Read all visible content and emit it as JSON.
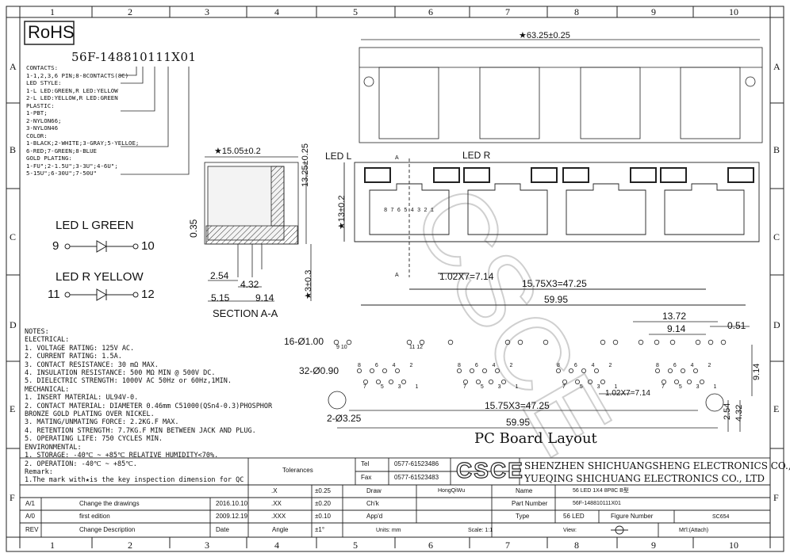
{
  "grid": {
    "columns": [
      "1",
      "2",
      "3",
      "4",
      "5",
      "6",
      "7",
      "8",
      "9",
      "10"
    ],
    "rows": [
      "A",
      "B",
      "C",
      "D",
      "E",
      "F"
    ]
  },
  "rohs": "RoHS",
  "part_code": {
    "code": "56F-148810111X01",
    "lines": [
      "CONTACTS:",
      "1-1,2,3,6 PIN;8-8CONTACTS(8C)",
      "LED STYLE:",
      "1-L LED:GREEN,R LED:YELLOW",
      "2-L LED:YELLOW,R LED:GREEN",
      "PLASTIC:",
      "1-PBT;",
      "2-NYLON66;",
      "3-NYLON46",
      "COLOR:",
      "1-BLACK;2-WHITE;3-GRAY;5-YELLOE;",
      "6-RED;7-GREEN;8-BLUE",
      "GOLD PLATING:",
      "1-FU\";2-1.5U\";3-3U\";4-6U\";",
      "5-15U\";6-30U\";7-50U\""
    ]
  },
  "led_legend": {
    "l_label": "LED L GREEN",
    "l_left": "9",
    "l_right": "10",
    "r_label": "LED R YELLOW",
    "r_left": "11",
    "r_right": "12"
  },
  "section": {
    "title": "SECTION A-A",
    "dims": [
      "15.05±0.2",
      "13.25±0.25",
      "0.35",
      "2.54",
      "4.32",
      "5.15",
      "9.14",
      "3±0.3"
    ]
  },
  "front": {
    "width": "63.25±0.25",
    "led_l": "LED L",
    "led_r": "LED R",
    "height": "13±0.2",
    "pitch": "1.02X7=7.14",
    "port_pitch": "15.75X3=47.25",
    "overall": "59.95",
    "pins": "8 7 6 5 4 3 2 1",
    "a_mark": "A"
  },
  "pcb": {
    "title": "PC Board Layout",
    "led_holes": "16-Ø1.00",
    "led_pins_a": "9 10",
    "led_pins_b": "11 12",
    "contact_holes": "32-Ø0.90",
    "mount_holes": "2-Ø3.25",
    "port_pitch": "15.75X3=47.25",
    "overall": "59.95",
    "pitch": "1.02X7=7.14",
    "d1": "13.72",
    "d2": "9.14",
    "d3": "0.51",
    "d4": "9.14",
    "d5": "2.54",
    "d6": "4.32",
    "pin_top": "8 6 4 2",
    "pin_bottom": "7 5 3 1"
  },
  "notes": [
    "NOTES:",
    "ELECTRICAL:",
    "1. VOLTAGE RATING: 125V AC.",
    "2. CURRENT RATING: 1.5A.",
    "3. CONTACT RESISTANCE: 30 mΩ MAX.",
    "4. INSULATION RESISTANCE: 500 MΩ MIN @ 500V DC.",
    "5. DIELECTRIC STRENGTH: 1000V AC 50Hz or 60Hz,1MIN.",
    "MECHANICAL:",
    "1. INSERT MATERIAL: UL94V-0.",
    "2. CONTACT MATERIAL: DIAMETER 0.46mm C51000(QSn4-0.3)PHOSPHOR",
    "   BRONZE GOLD PLATING OVER NICKEL.",
    "3. MATING/UNMATING FORCE: 2.2KG.F MAX.",
    "4. RETENTION STRENGTH: 7.7KG.F MIN BETWEEN JACK AND PLUG.",
    "5. OPERATING LIFE: 750 CYCLES MIN.",
    "ENVIRONMENTAL:",
    "1. STORAGE: -40℃ ~ +85℃ RELATIVE HUMIDITY<70%.",
    "2. OPERATION: -40℃ ~ +85℃.",
    "Remark:",
    "1.The mark with★is the key inspection dimension for QC"
  ],
  "title_block": {
    "tolerances": "Tolerances",
    "tel_label": "Tel",
    "tel": "0577-61523486",
    "fax_label": "Fax",
    "fax": "0577-61523483",
    "logo": "CSCE",
    "company_cn": "SHENZHEN SHICHUANGSHENG ELECTRONICS CO.,LTD",
    "company_en": "YUEQING SHICHUANG ELECTRONICS CO., LTD",
    "tol_x": ".X",
    "tol_x_val": "±0.25",
    "tol_xx": ".XX",
    "tol_xx_val": "±0.20",
    "tol_xxx": ".XXX",
    "tol_xxx_val": "±0.10",
    "angle": "Angle",
    "angle_val": "±1°",
    "draw": "Draw",
    "draw_name": "HongQiWu",
    "chk": "Ch'k",
    "appd": "App'd",
    "units": "Units: mm",
    "name_label": "Name",
    "name_val": "56 LED 1X4 8P8C B型",
    "part_label": "Part Number",
    "part_val": "56F-148810111X01",
    "type_label": "Type",
    "type_val": "56 LED",
    "figure_label": "Figure Number",
    "figure_val": "SC654",
    "scale": "Scale: 1:1",
    "view": "View:",
    "mtl": "Mt'l:(Attach)"
  },
  "revisions": [
    {
      "rev": "A/1",
      "desc": "Change the drawings",
      "date": "2016.10.10"
    },
    {
      "rev": "A/0",
      "desc": "first edition",
      "date": "2009.12.19"
    },
    {
      "rev": "REV",
      "desc": "Change Description",
      "date": "Date"
    }
  ]
}
